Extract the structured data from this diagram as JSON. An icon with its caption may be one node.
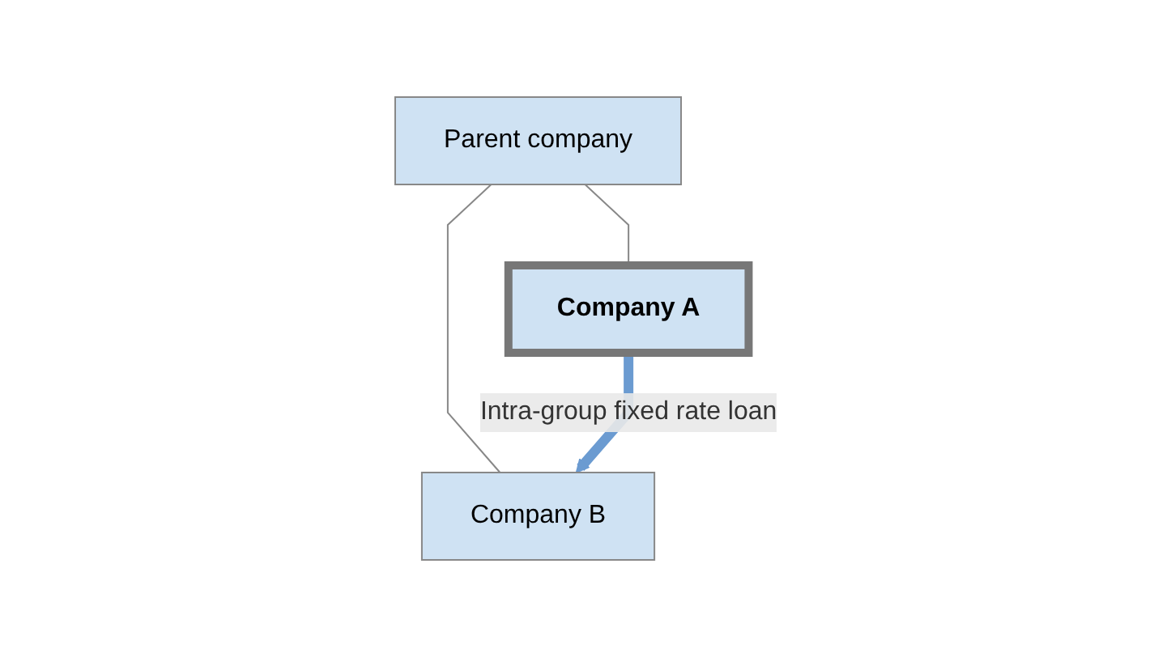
{
  "diagram": {
    "nodes": [
      {
        "text": [
          "Parent company"
        ]
      },
      {
        "text": [
          "Company B"
        ]
      },
      {
        "text": [
          "Company A"
        ]
      }
    ],
    "edges": [
      {
        "from": 0,
        "to": 1,
        "arrow": "none"
      },
      {
        "from": 0,
        "to": 2,
        "arrow": "none"
      },
      {
        "from": 2,
        "to": 1,
        "arrow": "to",
        "style": "thick",
        "color": "#6b9bd1",
        "label": "Intra-group fixed rate loan"
      }
    ]
  }
}
